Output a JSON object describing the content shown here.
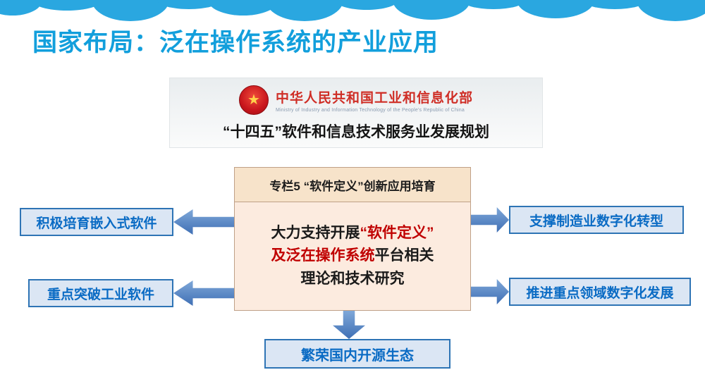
{
  "title": "国家布局：泛在操作系统的产业应用",
  "ministry": {
    "emblem_icon": "china-national-emblem",
    "emblem_glyph": "★",
    "name": "中华人民共和国工业和信息化部",
    "name_en": "Ministry of Industry and Information Technology of the People's Republic of China",
    "plan": "“十四五”软件和信息技术服务业发展规划"
  },
  "diagram": {
    "center": {
      "header": "专栏5 “软件定义”创新应用培育",
      "body_segments": [
        {
          "text": "大力支持开展",
          "emphasis": false
        },
        {
          "text": "“软件定义”",
          "emphasis": true
        },
        {
          "text": "及泛在操作系统",
          "emphasis": true
        },
        {
          "text": "平台相关",
          "emphasis": false
        },
        {
          "text": "理论和技术研究",
          "emphasis": false
        }
      ]
    },
    "left_boxes": [
      {
        "label": "积极培育嵌入式软件"
      },
      {
        "label": "重点突破工业软件"
      }
    ],
    "right_boxes": [
      {
        "label": "支撑制造业数字化转型"
      },
      {
        "label": "推进重点领域数字化发展"
      }
    ],
    "bottom_box": {
      "label": "繁荣国内开源生态"
    }
  },
  "colors": {
    "title_blue": "#129fdc",
    "cloud_blue": "#2aa7e0",
    "arrow_blue": "#4e86c6",
    "box_border_blue": "#2e74b5",
    "box_fill_blue": "#dbe6f4",
    "box_text_blue": "#0a6bc4",
    "emphasis_red": "#c00000",
    "ministry_red": "#cf2e26",
    "center_header_bg": "#f7e3ca",
    "center_body_bg": "#fcebdf"
  }
}
